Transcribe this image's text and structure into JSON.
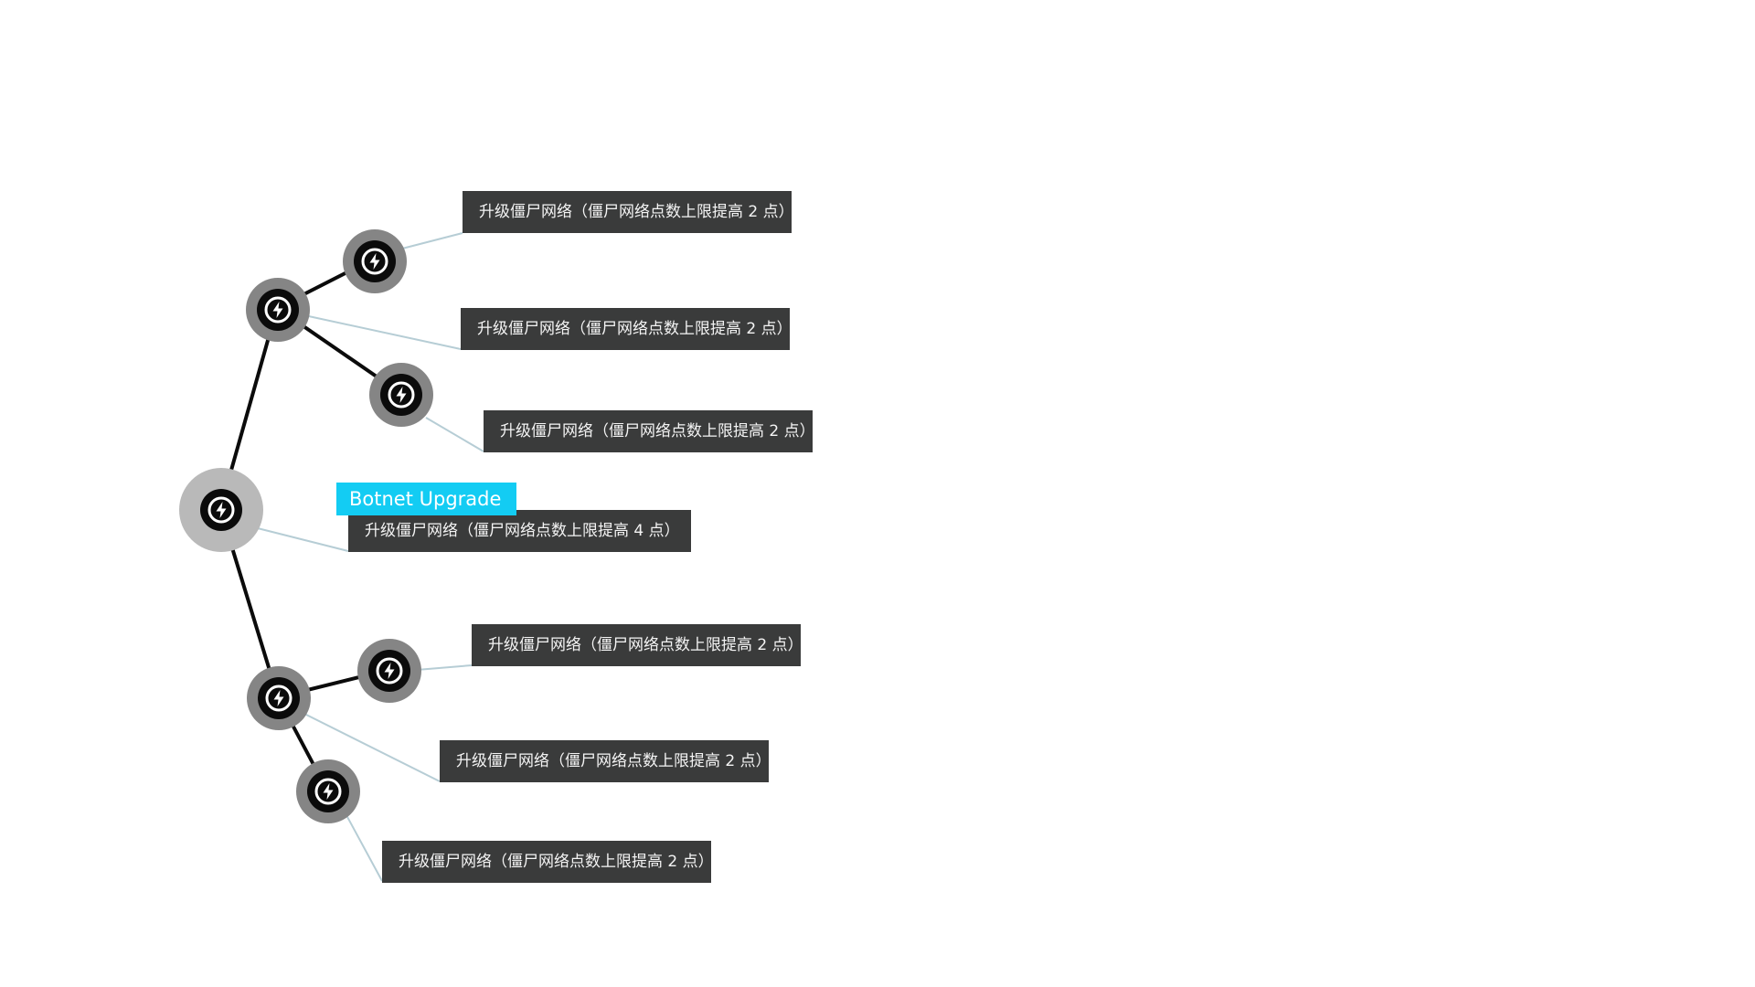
{
  "title": "Botnet Upgrade",
  "colors": {
    "badge": "#13ccf3",
    "label_bg": "#3a3b3b",
    "label_text": "#f4f4f4",
    "node_ring": "#858585",
    "root_ring": "#b9b9b9",
    "node_core": "#0b0b0b",
    "tree_line": "#0b0b0b",
    "leader_line": "#b6cdd5"
  },
  "node_icon": "lightning-bolt-icon",
  "upgrades": [
    {
      "id": "root",
      "label": "升级僵尸网络（僵尸网络点数上限提高 4 点）"
    },
    {
      "id": "upper-branch",
      "label": "升级僵尸网络（僵尸网络点数上限提高 2 点）"
    },
    {
      "id": "upper-top",
      "label": "升级僵尸网络（僵尸网络点数上限提高 2 点）"
    },
    {
      "id": "upper-lower",
      "label": "升级僵尸网络（僵尸网络点数上限提高 2 点）"
    },
    {
      "id": "lower-branch",
      "label": "升级僵尸网络（僵尸网络点数上限提高 2 点）"
    },
    {
      "id": "lower-right",
      "label": "升级僵尸网络（僵尸网络点数上限提高 2 点）"
    },
    {
      "id": "lower-bottom",
      "label": "升级僵尸网络（僵尸网络点数上限提高 2 点）"
    }
  ]
}
